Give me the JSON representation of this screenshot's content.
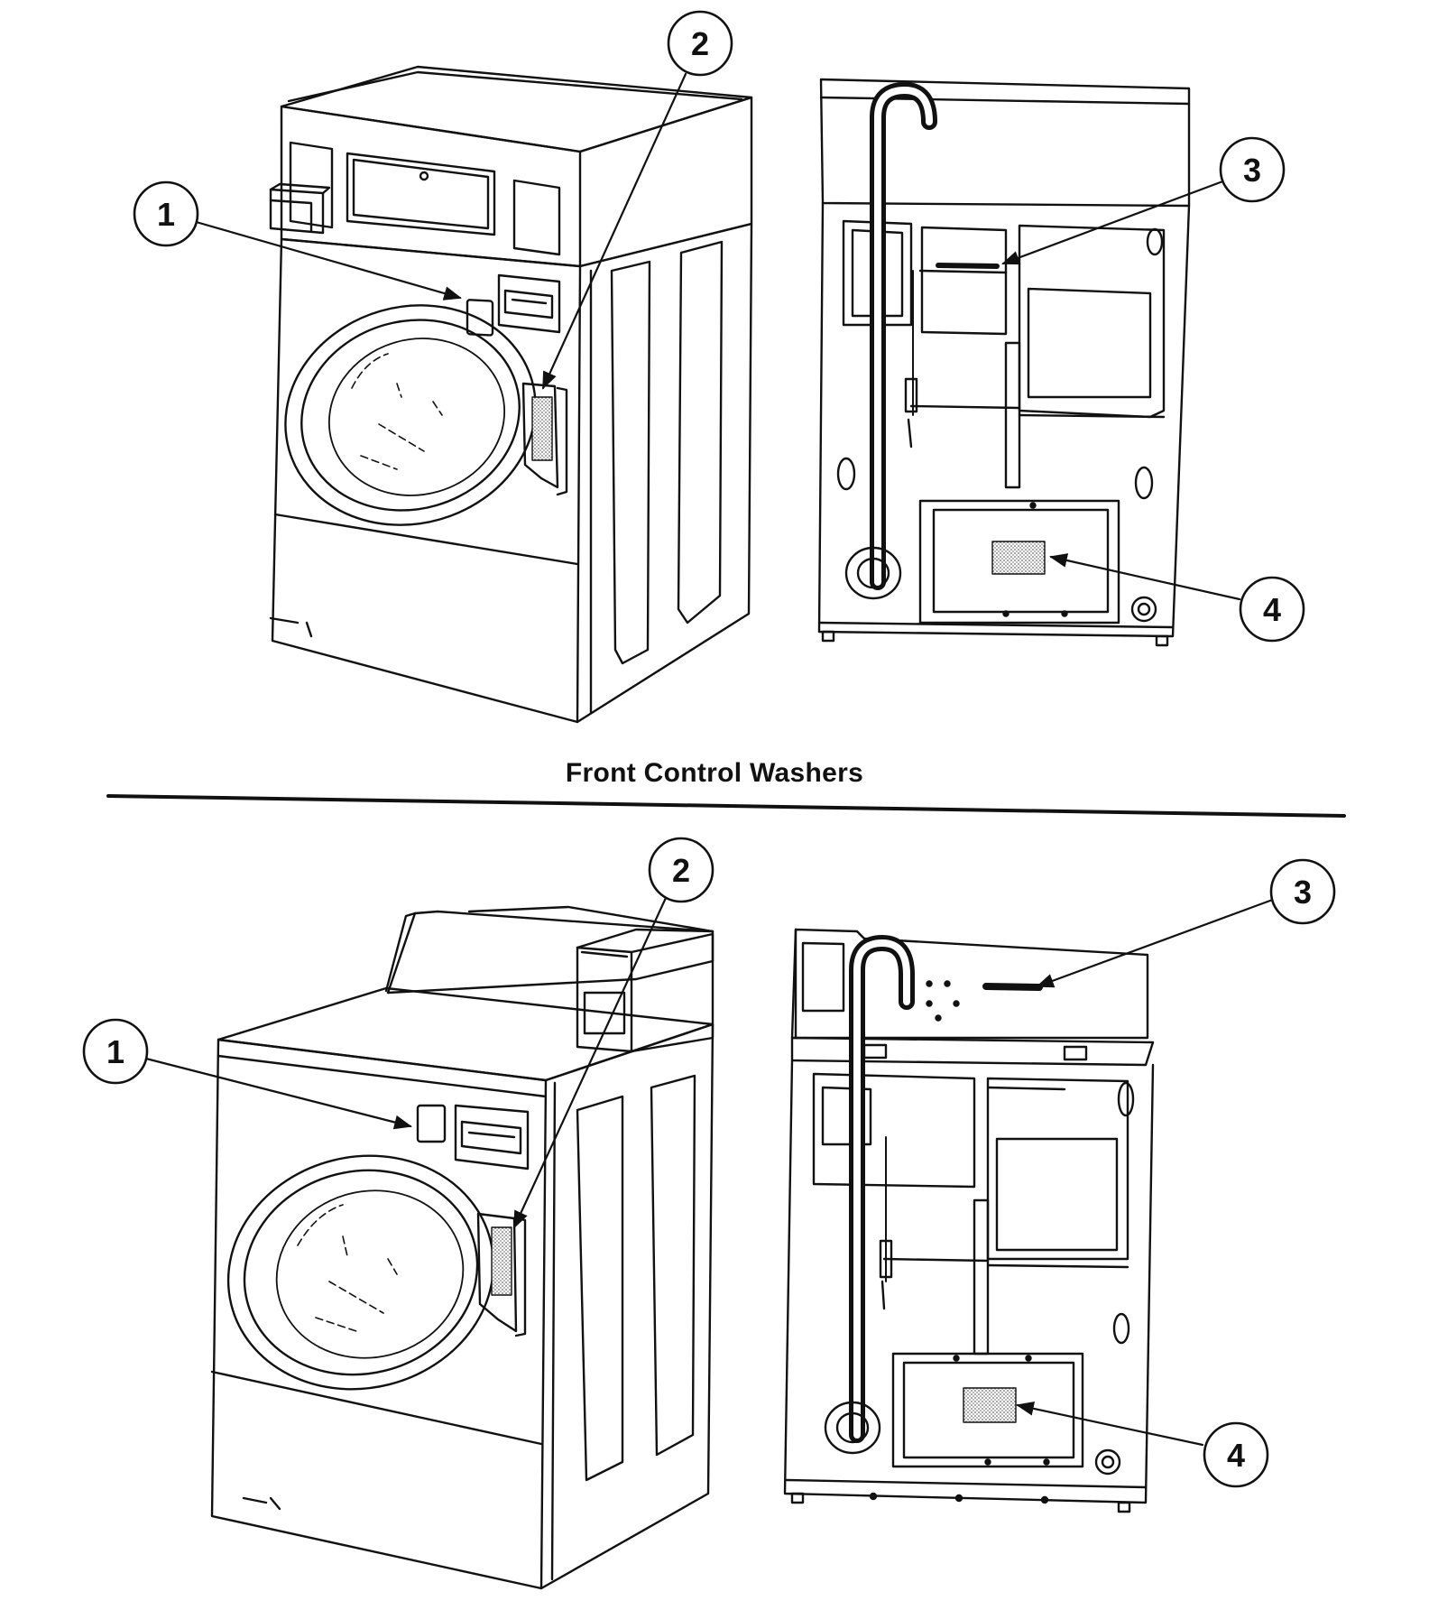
{
  "section_title": "Front Control Washers",
  "callouts": {
    "top_front_1": "1",
    "top_front_2": "2",
    "top_rear_3": "3",
    "top_rear_4": "4",
    "bottom_front_1": "1",
    "bottom_front_2": "2",
    "bottom_rear_3": "3",
    "bottom_rear_4": "4"
  },
  "colors": {
    "ink": "#111111",
    "paper": "#ffffff",
    "stipple": "#bbbbbb"
  }
}
